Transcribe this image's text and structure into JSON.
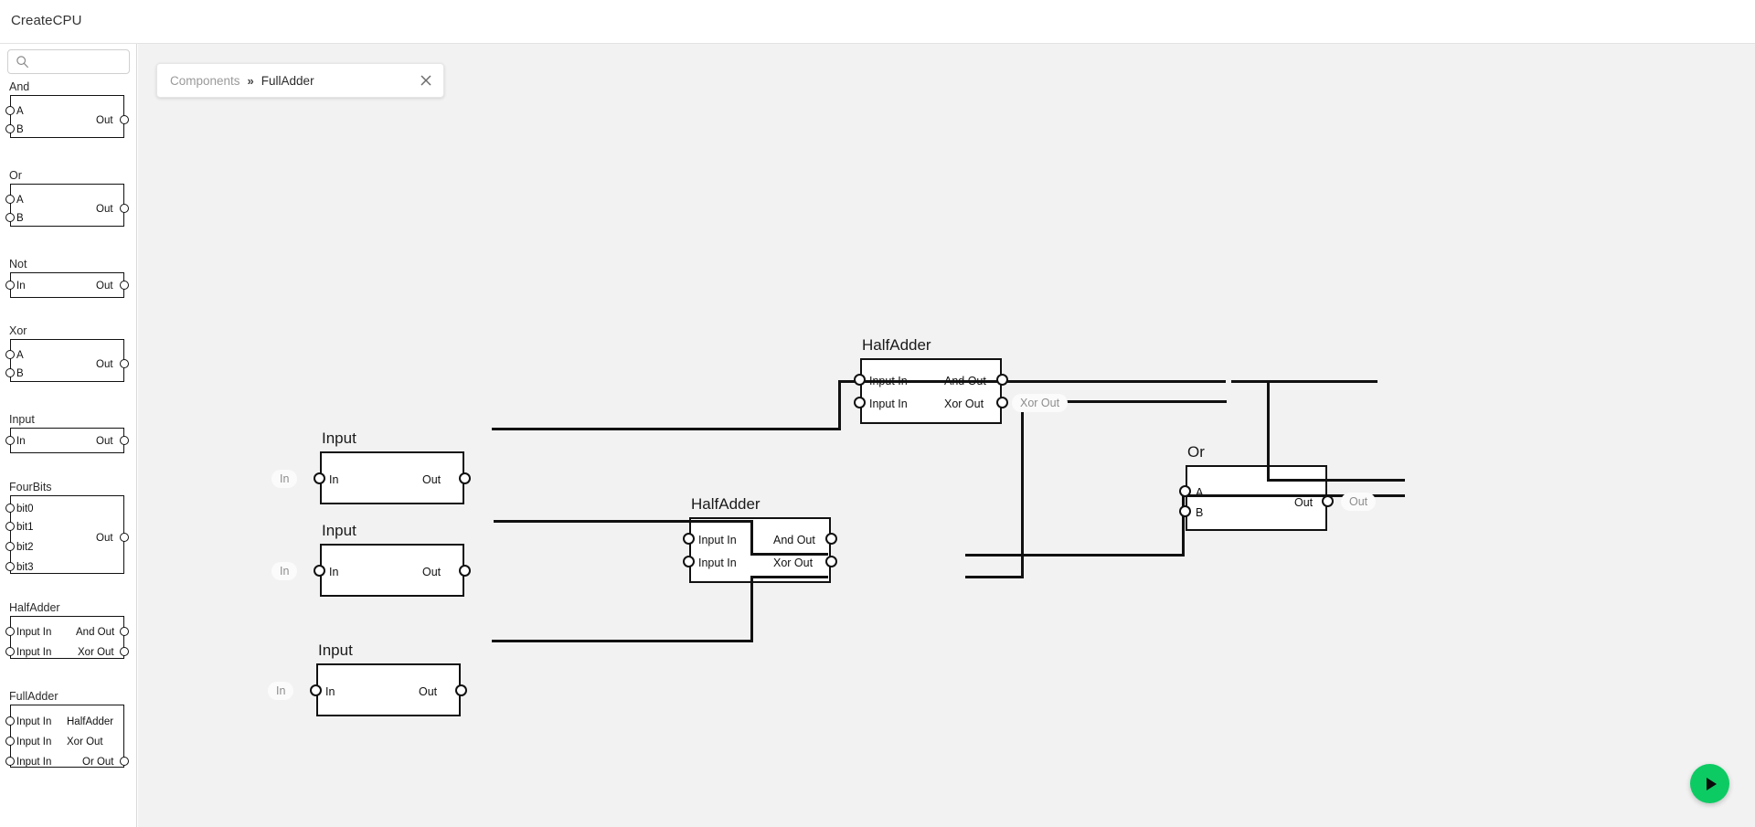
{
  "app": {
    "title": "CreateCPU"
  },
  "search": {
    "value": "",
    "placeholder": "",
    "icon": "search-icon"
  },
  "tab": {
    "breadcrumb_root": "Components",
    "separator": "»",
    "breadcrumb_current": "FullAdder",
    "close_icon": "close-icon"
  },
  "sidebar": {
    "components": [
      {
        "name": "And",
        "inputs": [
          "A",
          "B"
        ],
        "outputs": [
          "Out"
        ]
      },
      {
        "name": "Or",
        "inputs": [
          "A",
          "B"
        ],
        "outputs": [
          "Out"
        ]
      },
      {
        "name": "Not",
        "inputs": [
          "In"
        ],
        "outputs": [
          "Out"
        ]
      },
      {
        "name": "Xor",
        "inputs": [
          "A",
          "B"
        ],
        "outputs": [
          "Out"
        ]
      },
      {
        "name": "Input",
        "inputs": [
          "In"
        ],
        "outputs": [
          "Out"
        ]
      },
      {
        "name": "FourBits",
        "inputs": [
          "bit0",
          "bit1",
          "bit2",
          "bit3"
        ],
        "outputs": [
          "Out"
        ]
      },
      {
        "name": "HalfAdder",
        "inputs": [
          "Input In",
          "Input In"
        ],
        "outputs": [
          "And Out",
          "Xor Out"
        ]
      },
      {
        "name": "FullAdder",
        "inputs": [
          "Input In",
          "Input In",
          "Input In"
        ],
        "outputs": [
          "HalfAdder",
          "Xor Out",
          "Or Out"
        ]
      }
    ]
  },
  "canvas": {
    "nodes": [
      {
        "id": "input1",
        "title": "Input",
        "in_pill": "In",
        "in_labels": [
          "In"
        ],
        "out_labels": [
          "Out"
        ],
        "out_pill": ""
      },
      {
        "id": "input2",
        "title": "Input",
        "in_pill": "In",
        "in_labels": [
          "In"
        ],
        "out_labels": [
          "Out"
        ],
        "out_pill": ""
      },
      {
        "id": "input3",
        "title": "Input",
        "in_pill": "In",
        "in_labels": [
          "In"
        ],
        "out_labels": [
          "Out"
        ],
        "out_pill": ""
      },
      {
        "id": "halfadder1",
        "title": "HalfAdder",
        "in_pill": "",
        "in_labels": [
          "Input In",
          "Input In"
        ],
        "out_labels": [
          "And Out",
          "Xor Out"
        ],
        "out_pill": "Xor Out"
      },
      {
        "id": "halfadder2",
        "title": "HalfAdder",
        "in_pill": "",
        "in_labels": [
          "Input In",
          "Input In"
        ],
        "out_labels": [
          "And Out",
          "Xor Out"
        ],
        "out_pill": ""
      },
      {
        "id": "or1",
        "title": "Or",
        "in_pill": "",
        "in_labels": [
          "A",
          "B"
        ],
        "out_labels": [
          "Out"
        ],
        "out_pill": "Out"
      }
    ]
  },
  "run_button": {
    "icon": "play-icon",
    "color": "#0ccb63"
  }
}
